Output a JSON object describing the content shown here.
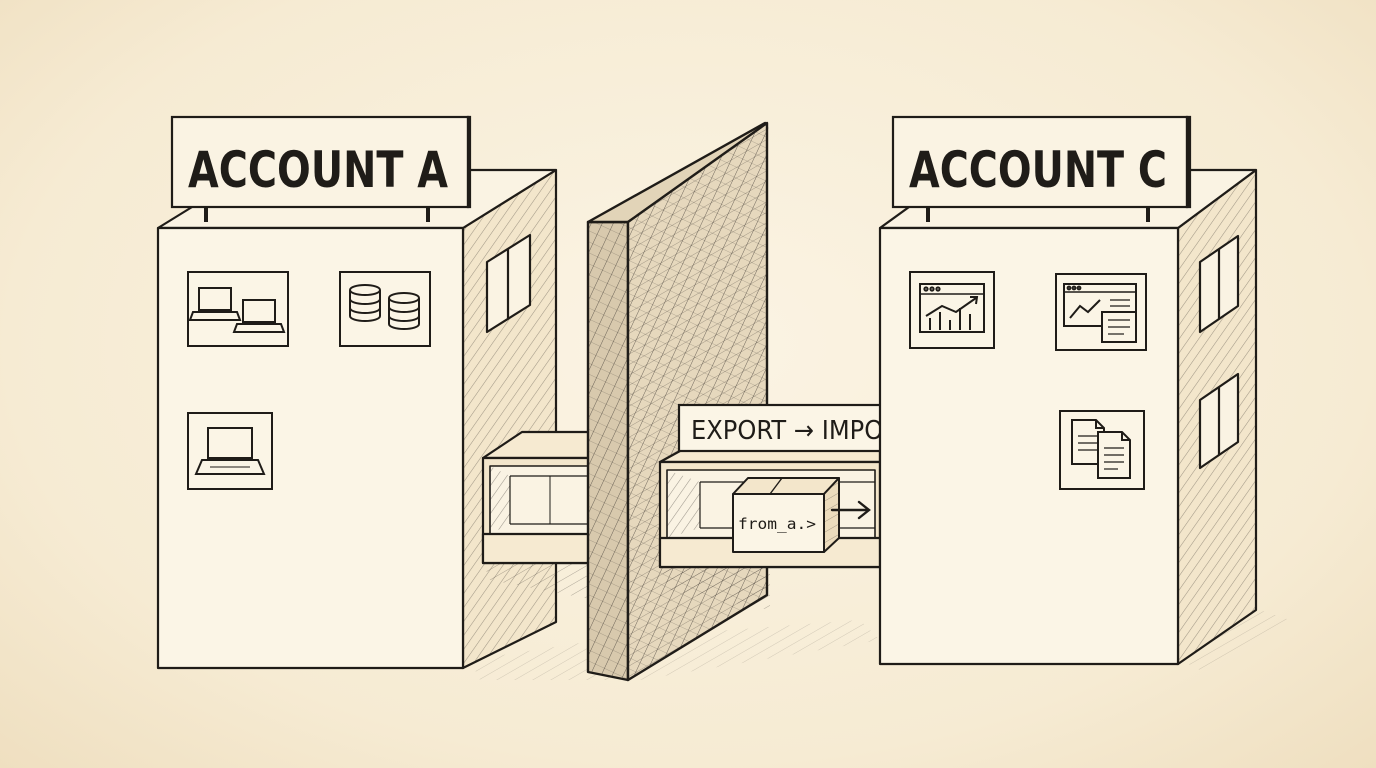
{
  "account_a": {
    "label": "ACCOUNT A"
  },
  "account_c": {
    "label": "ACCOUNT C"
  },
  "connector": {
    "label": "EXPORT → IMPORT"
  },
  "package": {
    "label": "from_a.>"
  },
  "colors": {
    "ink": "#1f1c18",
    "paper": "#f6ebd3",
    "building": "#fbf5e6"
  },
  "icons": {
    "account_a": [
      "laptops-icon",
      "database-icon",
      "laptop-icon"
    ],
    "account_c": [
      "chart-window-icon",
      "dashboard-icon",
      "documents-icon"
    ]
  }
}
